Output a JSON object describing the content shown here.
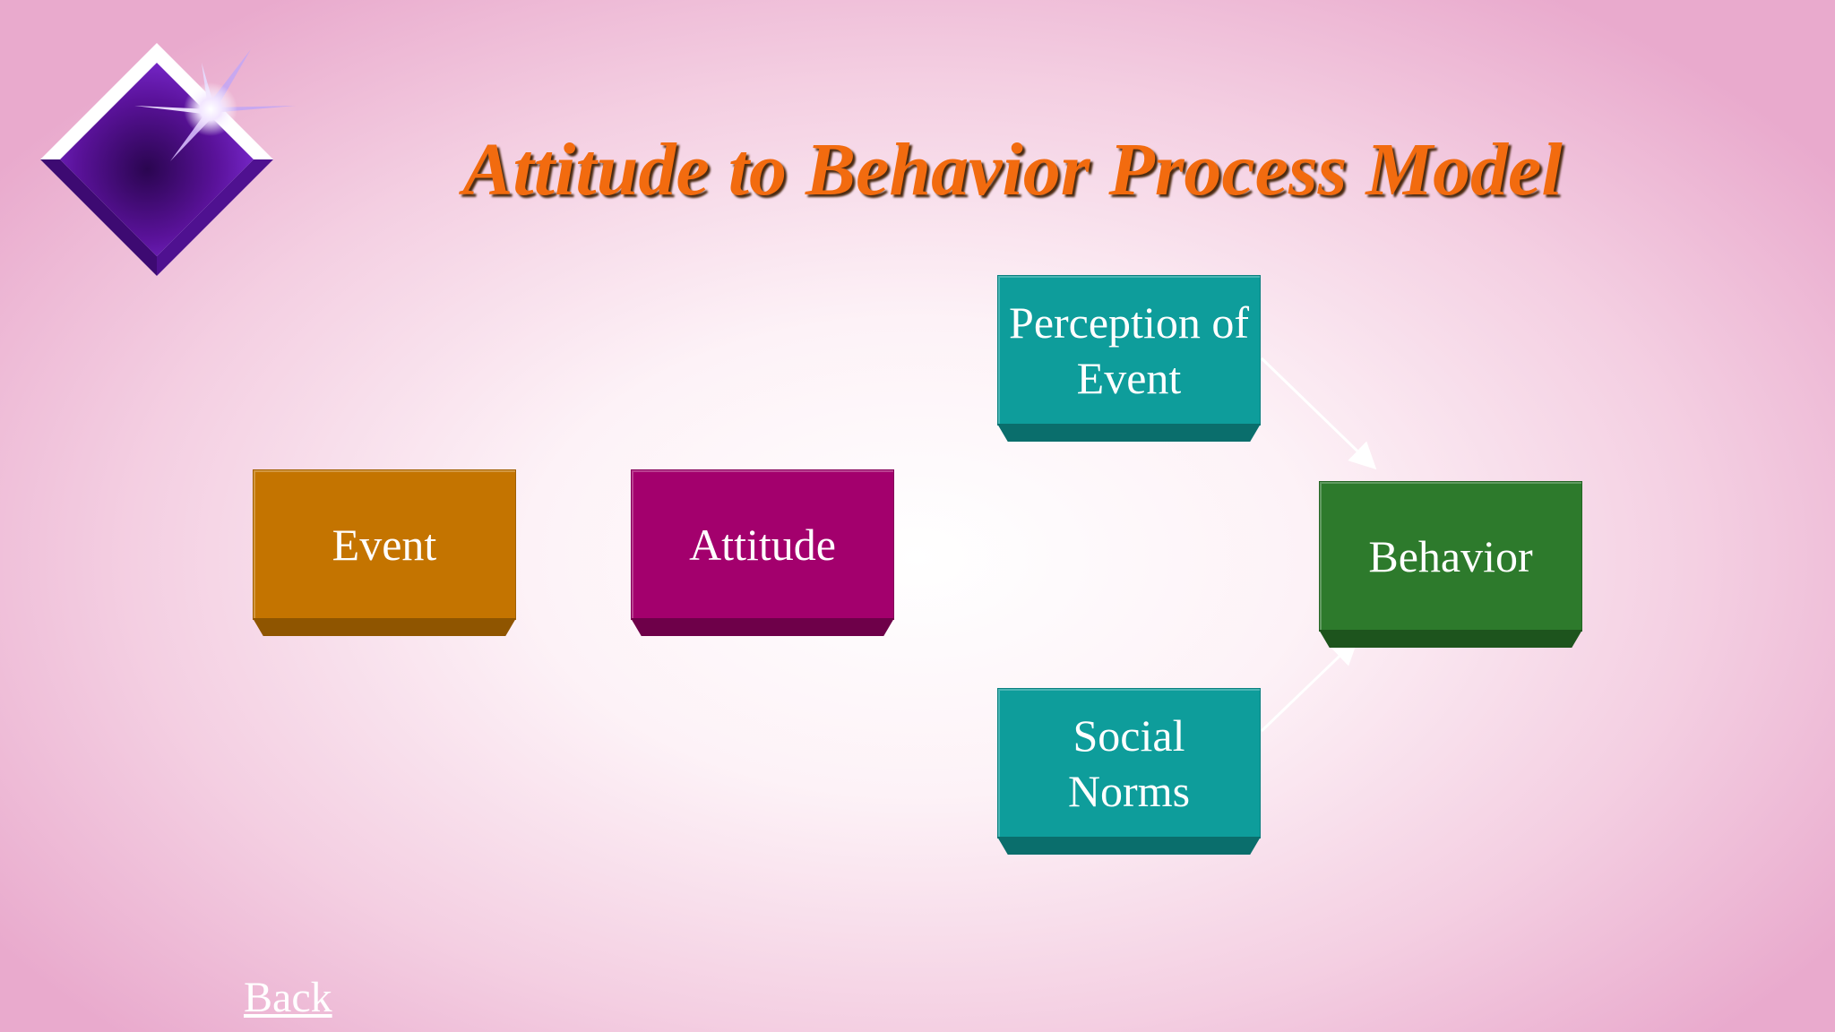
{
  "slide": {
    "title": "Attitude to Behavior Process Model",
    "back_link": "Back"
  },
  "colors": {
    "title": "#f26b0f",
    "event": "#c47400",
    "event_bevel": "#8f5500",
    "attitude": "#a3006d",
    "attitude_bevel": "#6e0049",
    "perception": "#0e9d9b",
    "perception_bevel": "#0a6e6c",
    "social": "#0e9d9b",
    "social_bevel": "#0a6e6c",
    "behavior": "#2d7a2c",
    "behavior_bevel": "#1d541d",
    "logo_gem": "#5a129a"
  },
  "diagram": {
    "nodes": {
      "event": "Event",
      "attitude": "Attitude",
      "perception": "Perception of\nEvent",
      "social": "Social\nNorms",
      "behavior": "Behavior"
    },
    "edges": [
      {
        "from": "perception",
        "to": "behavior"
      },
      {
        "from": "social",
        "to": "behavior"
      }
    ]
  }
}
